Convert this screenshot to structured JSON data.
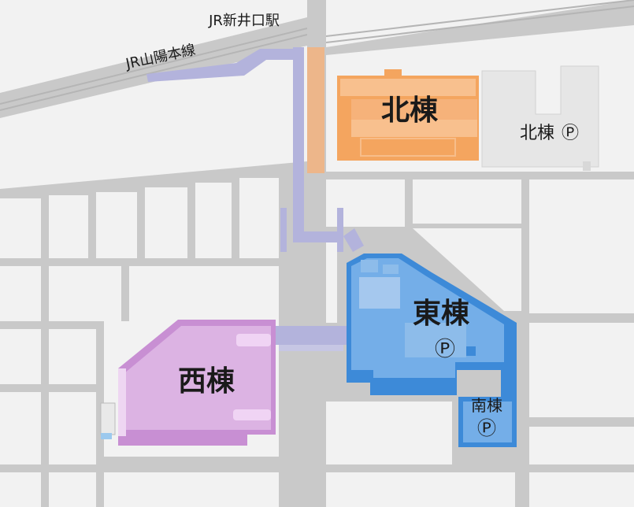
{
  "labels": {
    "station": "JR新井口駅",
    "line": "JR山陽本線",
    "north": "北棟",
    "north_parking": "北棟",
    "east": "東棟",
    "west": "西棟",
    "south": "南棟",
    "parking_symbol": "Ⓟ"
  },
  "colors": {
    "block": "#f0f0f0",
    "road": "#c8c8c8",
    "north": "#f4a45e",
    "east": "#5aa0e6",
    "west": "#cf9ad8",
    "walkway": "#b3b3dc",
    "parking_lot": "#e6e6e6"
  }
}
